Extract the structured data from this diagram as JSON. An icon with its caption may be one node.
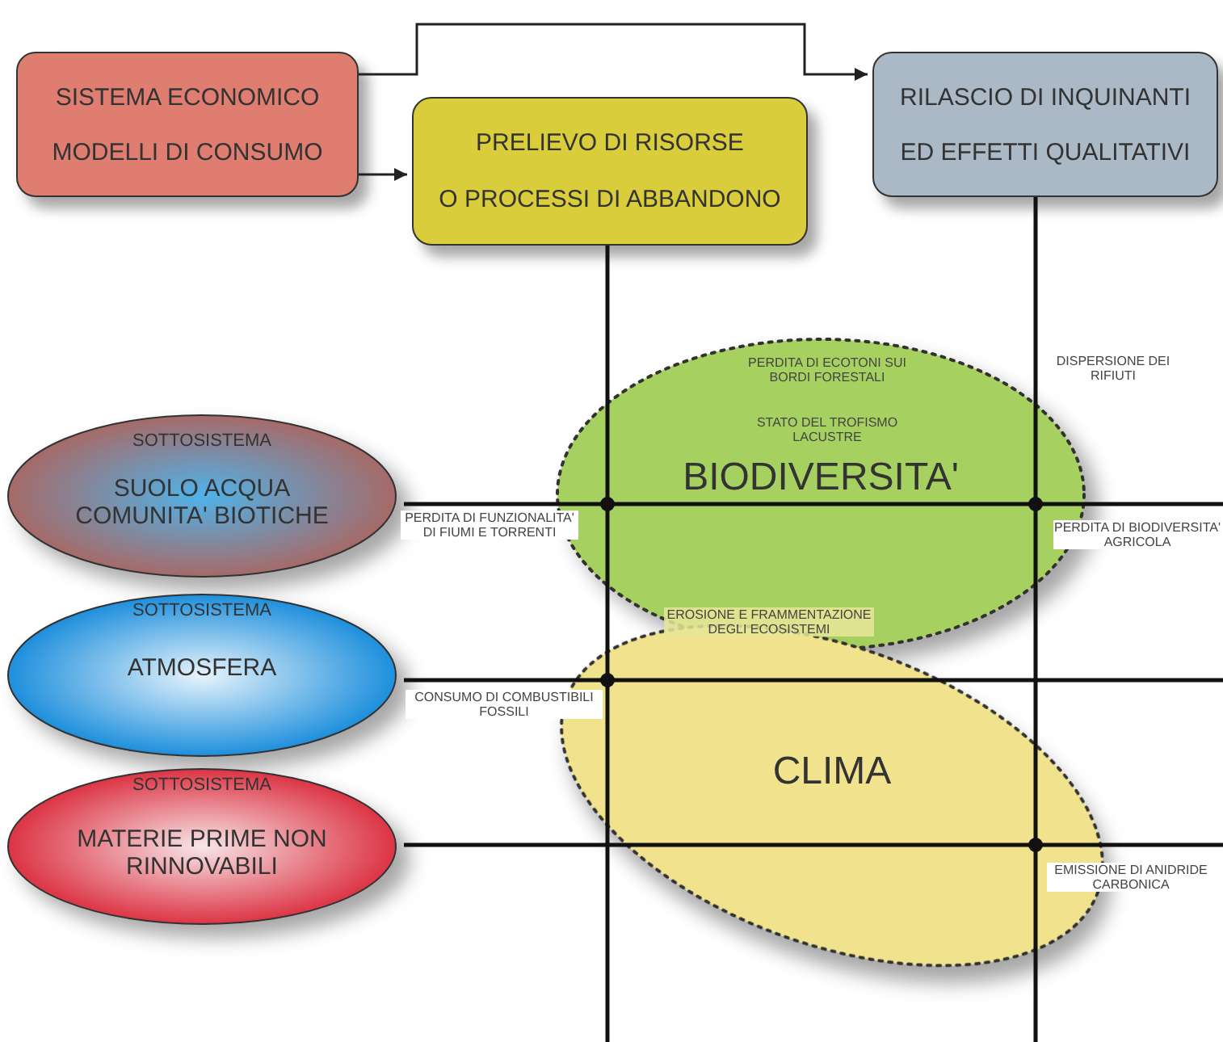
{
  "diagram": {
    "nodes": [
      {
        "text": [
          "SISTEMA ECONOMICO",
          "MODELLI DI CONSUMO"
        ]
      },
      {
        "text": [
          "PRELIEVO DI RISORSE",
          "O PROCESSI DI ABBANDONO"
        ]
      },
      {
        "text": [
          "RILASCIO DI INQUINANTI",
          "ED EFFETTI QUALITATIVI"
        ]
      },
      {
        "text": [
          "SOTTOSISTEMA",
          "SUOLO ACQUA COMUNITA' BIOTICHE"
        ]
      },
      {
        "text": [
          "SOTTOSISTEMA",
          "ATMOSFERA"
        ]
      },
      {
        "text": [
          "SOTTOSISTEMA",
          "MATERIE PRIME NON RINNOVABILI"
        ]
      },
      {
        "text": [
          "BIODIVERSITA'"
        ]
      },
      {
        "text": [
          "CLIMA"
        ]
      }
    ],
    "edges": [
      {
        "from": 0,
        "to": 2,
        "arrow": "to"
      },
      {
        "from": 0,
        "to": 1,
        "arrow": "to"
      }
    ],
    "labels": [
      "PERDITA DI ECOTONI SUI BORDI FORESTALI",
      "DISPERSIONE DEI RIFIUTI",
      "STATO DEL TROFISMO LACUSTRE",
      "PERDITA DI FUNZIONALITA' DI FIUMI E TORRENTI",
      "PERDITA DI BIODIVERSITA' AGRICOLA",
      "EROSIONE E FRAMMENTAZIONE DEGLI ECOSISTEMI",
      "CONSUMO DI COMBUSTIBILI FOSSILI",
      "EMISSIONE DI ANIDRIDE CARBONICA"
    ]
  }
}
